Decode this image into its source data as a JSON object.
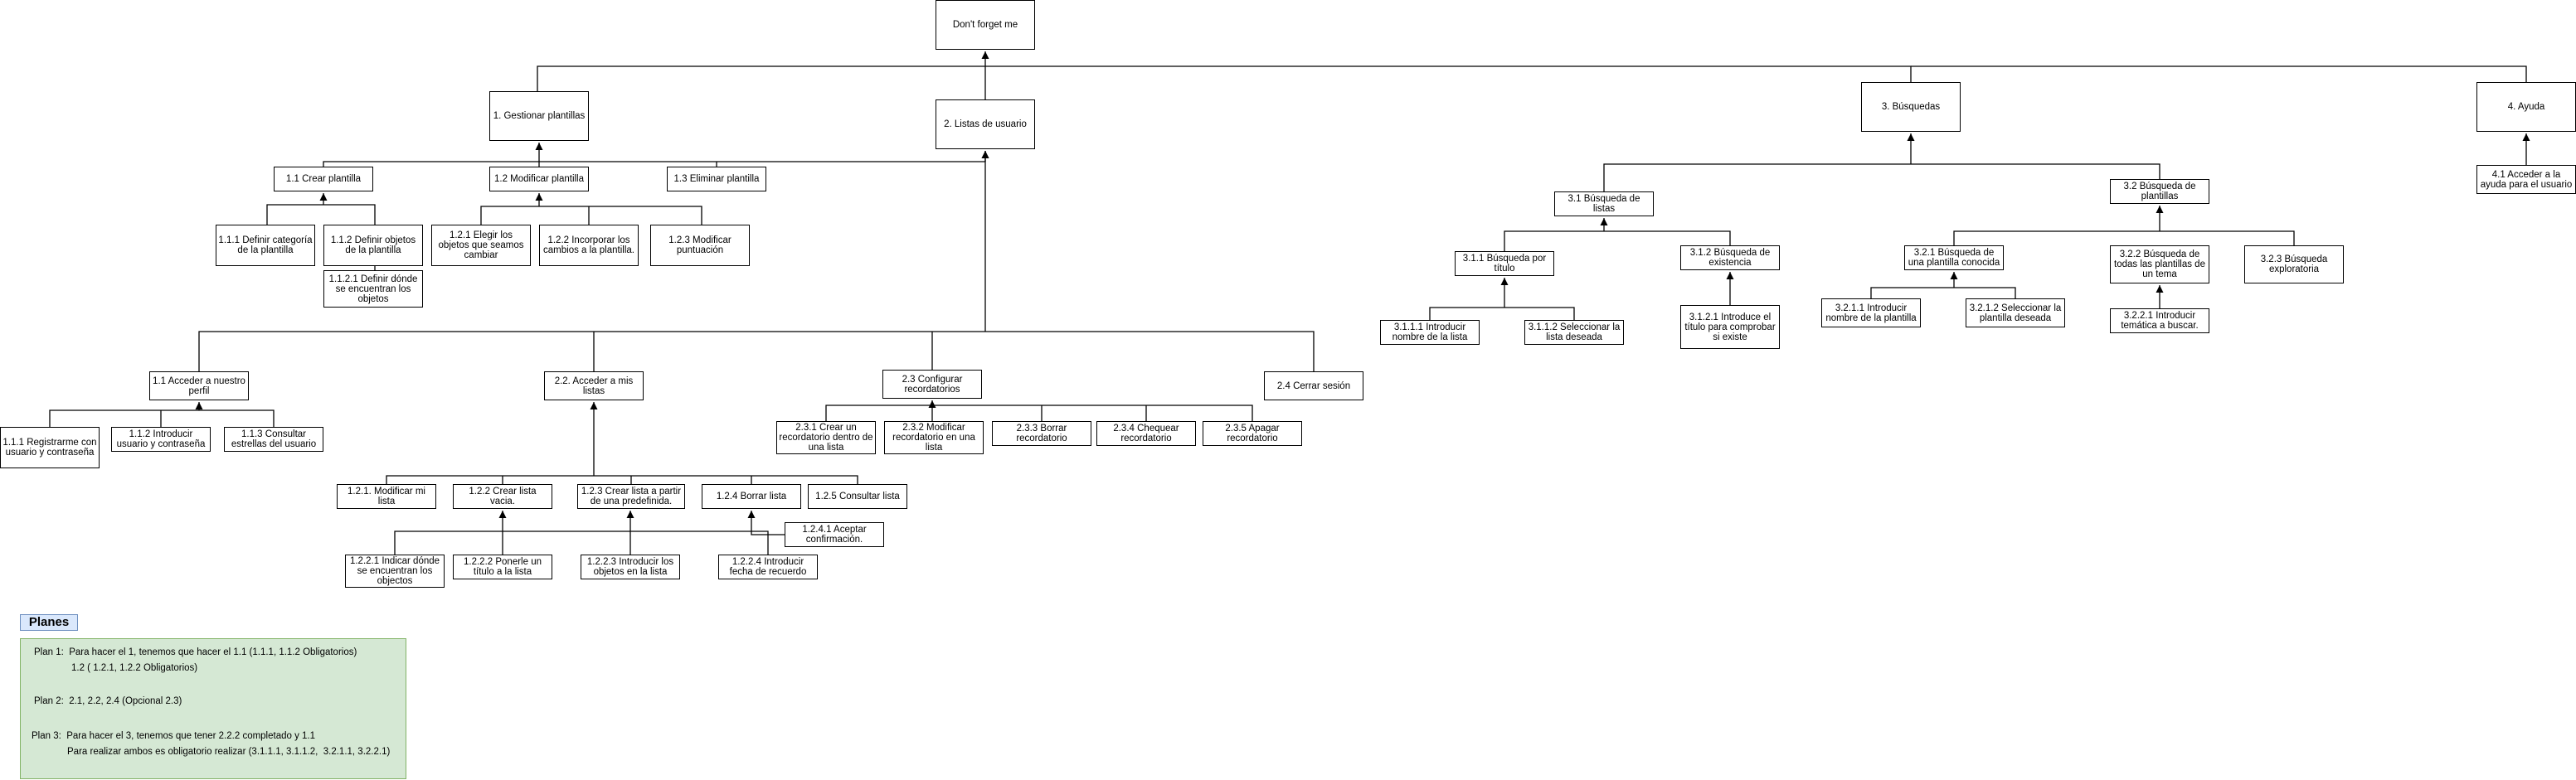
{
  "nodes": {
    "root": "Don't forget me",
    "n1": "1. Gestionar plantillas",
    "n2": "2. Listas de usuario",
    "n3": "3. Búsquedas",
    "n4": "4. Ayuda",
    "n1_1": "1.1 Crear plantilla",
    "n1_2": "1.2 Modificar plantilla",
    "n1_3": "1.3 Eliminar plantilla",
    "n1_1_1": "1.1.1 Definir categoría de la plantilla",
    "n1_1_2": "1.1.2 Definir objetos de la plantilla",
    "n1_1_2_1": "1.1.2.1 Definir dónde se encuentran los objetos",
    "n1_2_1": "1.2.1 Elegir los objetos que seamos cambiar",
    "n1_2_2": "1.2.2 Incorporar los cambios a la plantilla.",
    "n1_2_3": "1.2.3 Modificar puntuación",
    "n3_1": "3.1 Búsqueda de listas",
    "n3_2": "3.2 Búsqueda de plantillas",
    "n3_1_1": "3.1.1 Búsqueda por título",
    "n3_1_2": "3.1.2 Búsqueda de existencia",
    "n3_1_1_1": "3.1.1.1 Introducir nombre de la lista",
    "n3_1_1_2": "3.1.1.2 Seleccionar la lista deseada",
    "n3_1_2_1": "3.1.2.1 Introduce el título para comprobar si existe",
    "n3_2_1": "3.2.1 Búsqueda de una plantilla conocida",
    "n3_2_2": "3.2.2 Búsqueda de todas las plantillas de un tema",
    "n3_2_3": "3.2.3 Búsqueda exploratoria",
    "n3_2_1_1": "3.2.1.1 Introducir nombre de la plantilla",
    "n3_2_1_2": "3.2.1.2 Seleccionar la plantilla deseada",
    "n3_2_2_1": "3.2.2.1 Introducir temática a buscar.",
    "n4_1": "4.1 Acceder a la ayuda para el usuario",
    "n2_1": "1.1 Acceder a nuestro perfil",
    "n2_2": "2.2. Acceder a mis listas",
    "n2_3": "2.3 Configurar recordatorios",
    "n2_4": "2.4 Cerrar sesión",
    "n2_1_1": "1.1.1 Registrarme con usuario y contraseña",
    "n2_1_2": "1.1.2 Introducir usuario y contraseña",
    "n2_1_3": "1.1.3 Consultar estrellas del usuario",
    "n2_2_1": "1.2.1. Modificar mi lista",
    "n2_2_2": "1.2.2 Crear lista vacia.",
    "n2_2_3": "1.2.3 Crear lista a partir de una predefinida.",
    "n2_2_4": "1.2.4 Borrar lista",
    "n2_2_5": "1.2.5 Consultar lista",
    "n2_2_4_1": "1.2.4.1 Aceptar confirmación.",
    "n2_2_2_1": "1.2.2.1 Indicar dónde se encuentran los objectos",
    "n2_2_2_2": "1.2.2.2 Ponerle un título a la lista",
    "n2_2_2_3": "1.2.2.3 Introducir los objetos en la lista",
    "n2_2_2_4": "1.2.2.4 Introducir fecha de recuerdo",
    "n2_3_1": "2.3.1 Crear un recordatorio dentro de una lista",
    "n2_3_2": "2.3.2 Modificar recordatorio en una lista",
    "n2_3_3": "2.3.3 Borrar recordatorio",
    "n2_3_4": "2.3.4 Chequear recordatorio",
    "n2_3_5": "2.3.5 Apagar recordatorio"
  },
  "plans": {
    "title": "Planes",
    "line1": "Plan 1:  Para hacer el 1, tenemos que hacer el 1.1 (1.1.1, 1.1.2 Obligatorios)",
    "line2": "1.2 ( 1.2.1, 1.2.2 Obligatorios)",
    "line3": "Plan 2:  2.1, 2.2, 2.4 (Opcional 2.3)",
    "line4": "Plan 3:  Para hacer el 3, tenemos que tener 2.2.2 completado y 1.1",
    "line5": "Para realizar ambos es obligatorio realizar (3.1.1.1, 3.1.1.2,  3.2.1.1, 3.2.2.1)"
  }
}
